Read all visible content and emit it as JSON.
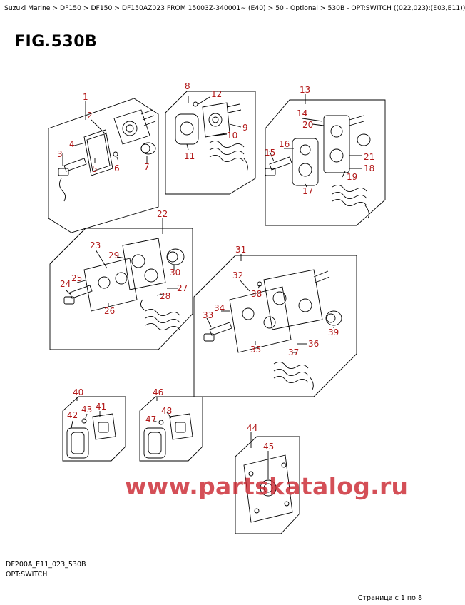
{
  "breadcrumb": {
    "items": [
      "Suzuki Marine",
      "DF150",
      "DF150",
      "DF150AZ023 FROM 15003Z-340001~ (E40)",
      "50 - Optional",
      "530B - OPT:SWITCH ((022,023):(E03,E11))"
    ],
    "separator": ">"
  },
  "figure": {
    "title": "FIG.530B"
  },
  "callouts": {
    "c1": "1",
    "c2": "2",
    "c3": "3",
    "c4": "4",
    "c5": "5",
    "c6": "6",
    "c7": "7",
    "c8": "8",
    "c9": "9",
    "c10": "10",
    "c11": "11",
    "c12": "12",
    "c13": "13",
    "c14": "14",
    "c15": "15",
    "c16": "16",
    "c17": "17",
    "c18": "18",
    "c19": "19",
    "c20": "20",
    "c21": "21",
    "c22": "22",
    "c23": "23",
    "c24": "24",
    "c25": "25",
    "c26": "26",
    "c27": "27",
    "c28": "28",
    "c29": "29",
    "c30": "30",
    "c31": "31",
    "c32": "32",
    "c33": "33",
    "c34": "34",
    "c35": "35",
    "c36": "36",
    "c37": "37",
    "c38": "38",
    "c39": "39",
    "c40": "40",
    "c41": "41",
    "c42": "42",
    "c43": "43",
    "c44": "44",
    "c45": "45",
    "c46": "46",
    "c47": "47",
    "c48": "48"
  },
  "footer": {
    "drawing_code": "DF200A_E11_023_530B",
    "caption": "OPT:SWITCH",
    "page_counter": "Страница с 1 по 8"
  },
  "watermark": {
    "text": "www.partskatalog.ru"
  },
  "colors": {
    "callout": "#b21818",
    "lines": "#000000",
    "watermark": "#c81e28"
  }
}
